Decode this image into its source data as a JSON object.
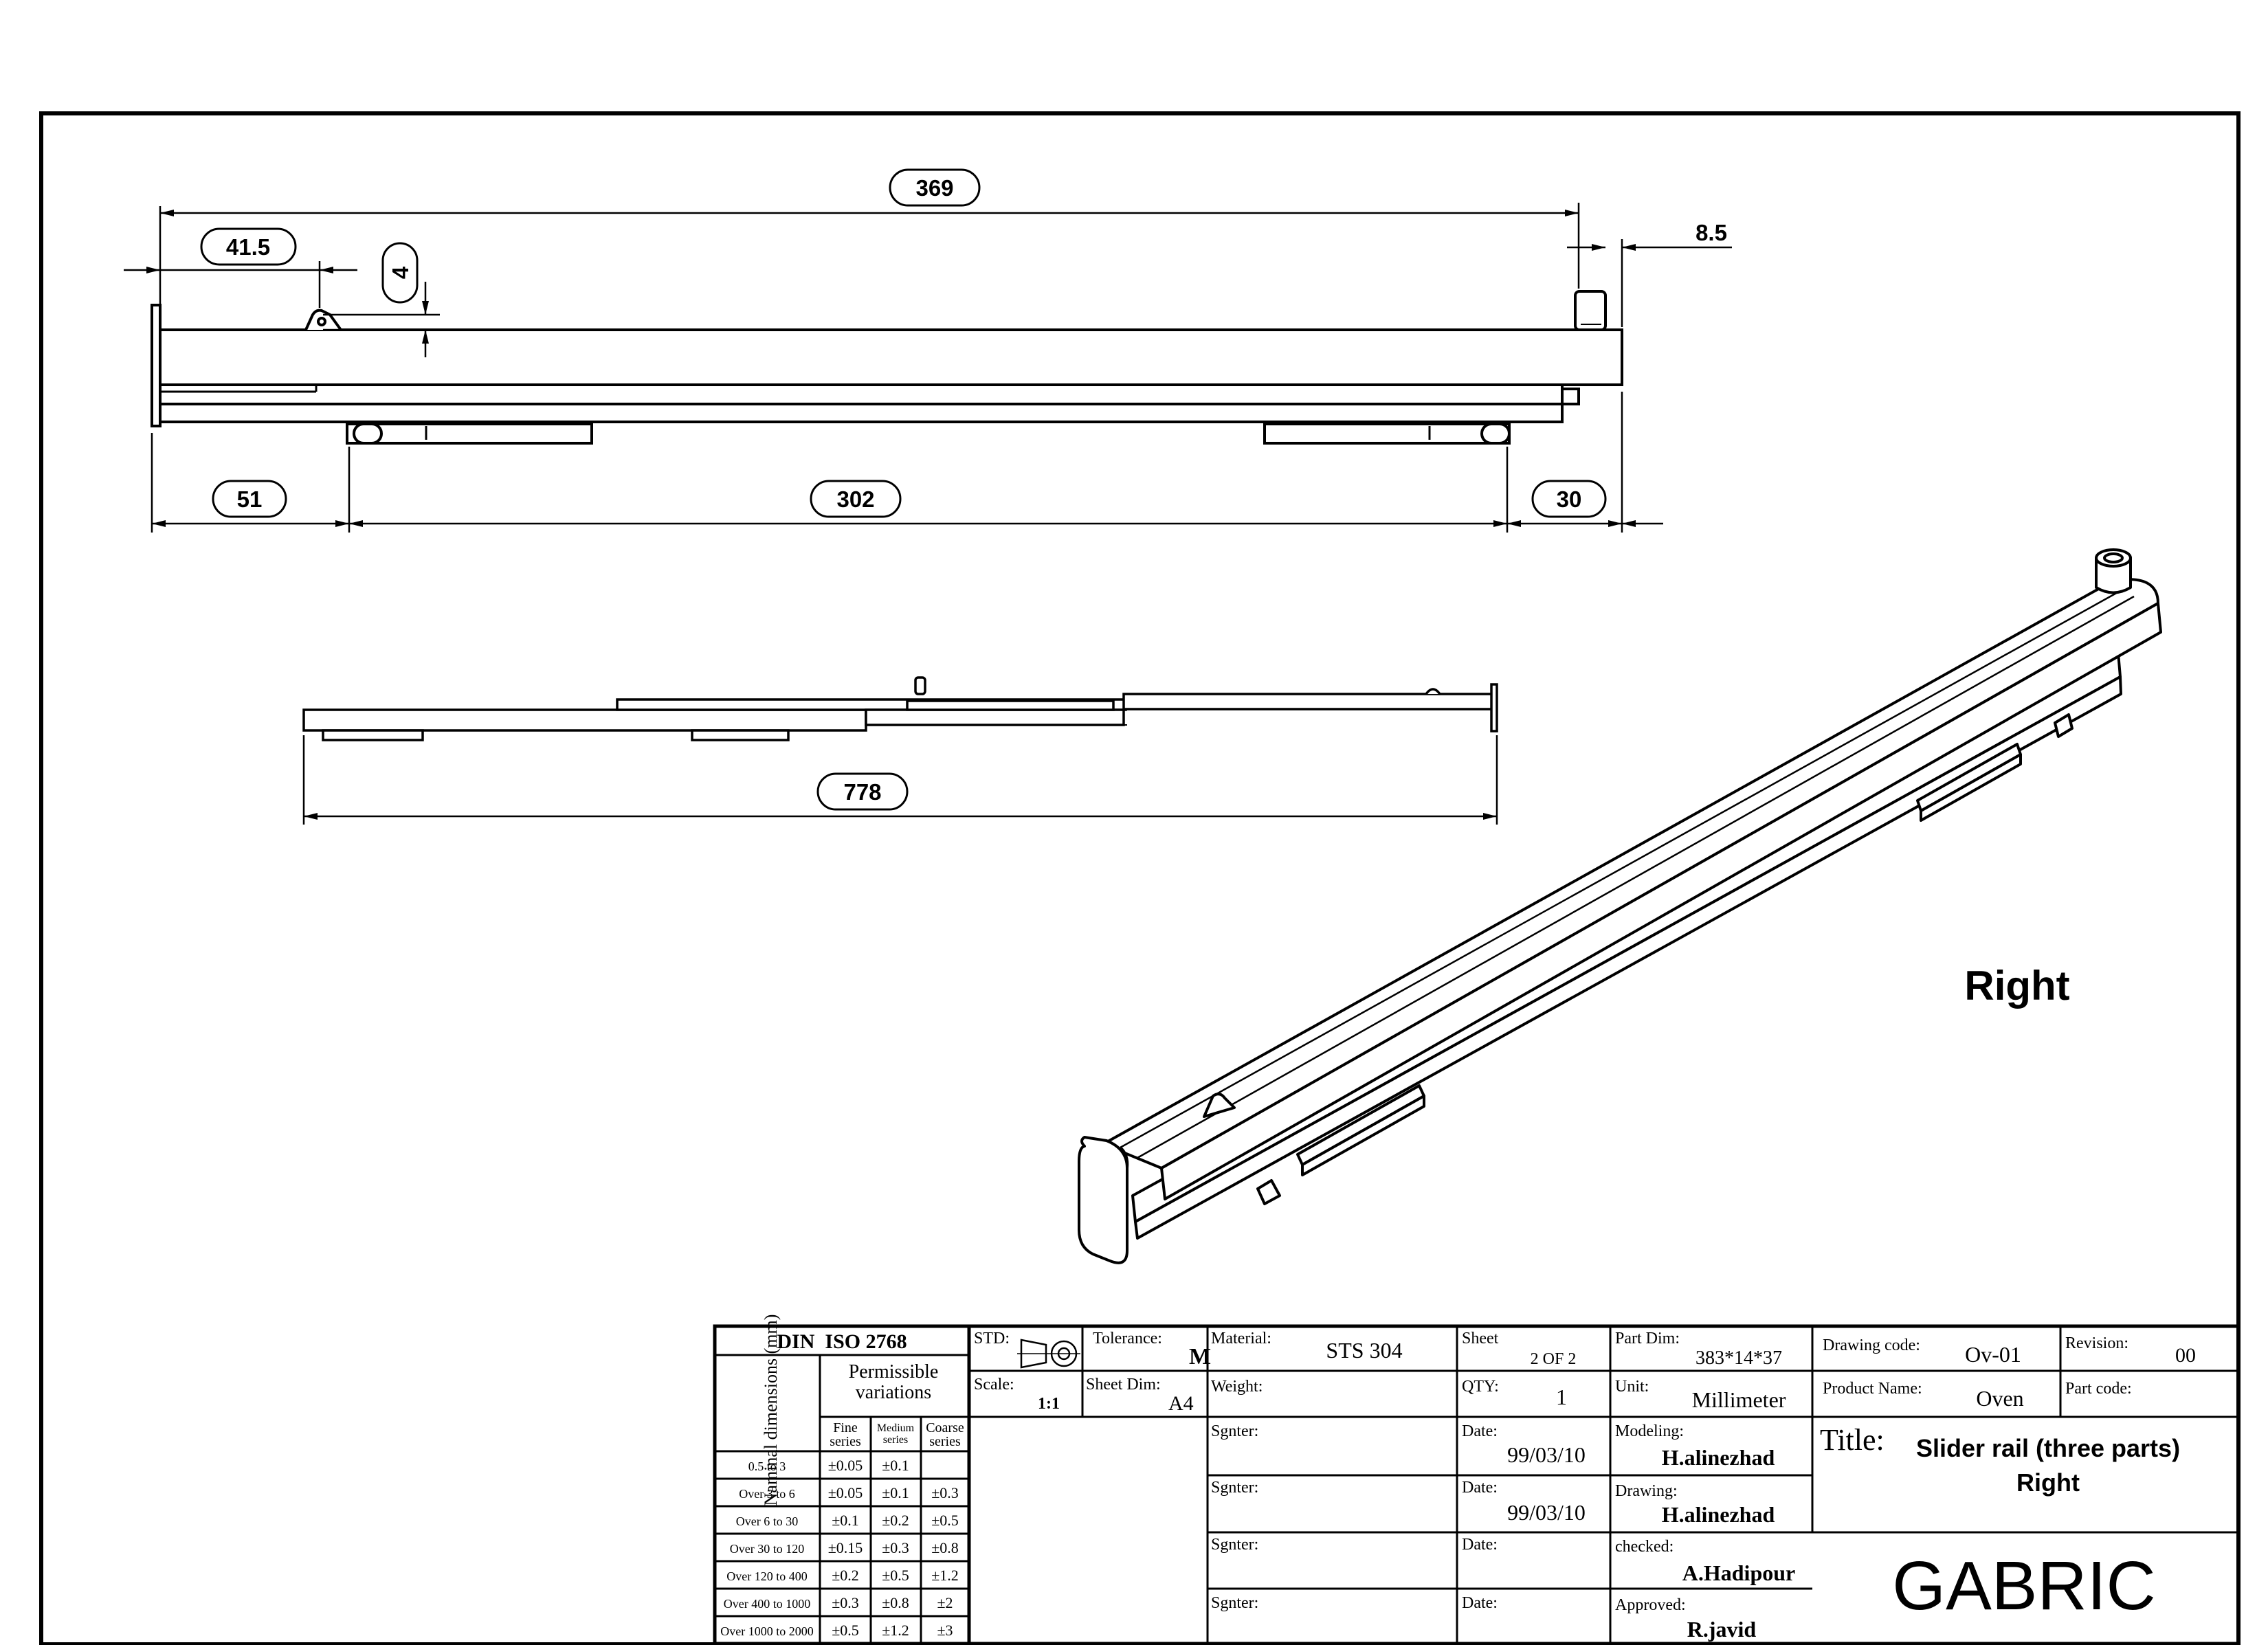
{
  "dimensions": {
    "overall_length": "369",
    "left_offset": "41.5",
    "pin_height": "4",
    "pin_offset": "8.5",
    "left_gap": "51",
    "pad_spacing": "302",
    "right_gap": "30",
    "extended_length": "778"
  },
  "view_label": "Right",
  "tolerance_table": {
    "title": "DIN  ISO 2768",
    "nominal_header": "Naminal dimensions (mm)",
    "variations_header_line1": "Permissible",
    "variations_header_line2": "variations",
    "fine_line1": "Fine",
    "fine_line2": "series",
    "medium_line1": "Medium",
    "medium_line2": "series",
    "coarse_line1": "Coarse",
    "coarse_line2": "series",
    "rows": [
      {
        "range": "0.5 to 3",
        "fine": "±0.05",
        "medium": "±0.1",
        "coarse": ""
      },
      {
        "range": "Over 3 to 6",
        "fine": "±0.05",
        "medium": "±0.1",
        "coarse": "±0.3"
      },
      {
        "range": "Over 6 to 30",
        "fine": "±0.1",
        "medium": "±0.2",
        "coarse": "±0.5"
      },
      {
        "range": "Over 30 to 120",
        "fine": "±0.15",
        "medium": "±0.3",
        "coarse": "±0.8"
      },
      {
        "range": "Over 120 to 400",
        "fine": "±0.2",
        "medium": "±0.5",
        "coarse": "±1.2"
      },
      {
        "range": "Over 400 to 1000",
        "fine": "±0.3",
        "medium": "±0.8",
        "coarse": "±2"
      },
      {
        "range": "Over 1000 to 2000",
        "fine": "±0.5",
        "medium": "±1.2",
        "coarse": "±3"
      }
    ]
  },
  "title_block": {
    "std_label": "STD:",
    "tolerance_label": "Tolerance:",
    "tolerance_value": "M",
    "scale_label": "Scale:",
    "scale_value": "1:1",
    "sheet_dim_label": "Sheet Dim:",
    "sheet_dim_value": "A4",
    "material_label": "Material:",
    "material_value": "STS 304",
    "weight_label": "Weight:",
    "sheet_label": "Sheet",
    "sheet_value": "2 OF 2",
    "qty_label": "QTY:",
    "qty_value": "1",
    "part_dim_label": "Part Dim:",
    "part_dim_value": "383*14*37",
    "unit_label": "Unit:",
    "unit_value": "Millimeter",
    "drawing_code_label": "Drawing code:",
    "drawing_code_value": "Ov-01",
    "revision_label": "Revision:",
    "revision_value": "00",
    "product_name_label": "Product Name:",
    "product_name_value": "Oven",
    "part_code_label": "Part code:",
    "sgnter_label": "Sgnter:",
    "date_label": "Date:",
    "date1_value": "99/03/10",
    "date2_value": "99/03/10",
    "modeling_label": "Modeling:",
    "modeling_value": "H.alinezhad",
    "drawing_label": "Drawing:",
    "drawing_value": "H.alinezhad",
    "checked_label": "checked:",
    "checked_value": "A.Hadipour",
    "approved_label": "Approved:",
    "approved_value": "R.javid",
    "title_label": "Title:",
    "title_line1": "Slider rail (three parts)",
    "title_line2": "Right",
    "company": "GABRIC",
    "company_color": "#ff00ff"
  }
}
